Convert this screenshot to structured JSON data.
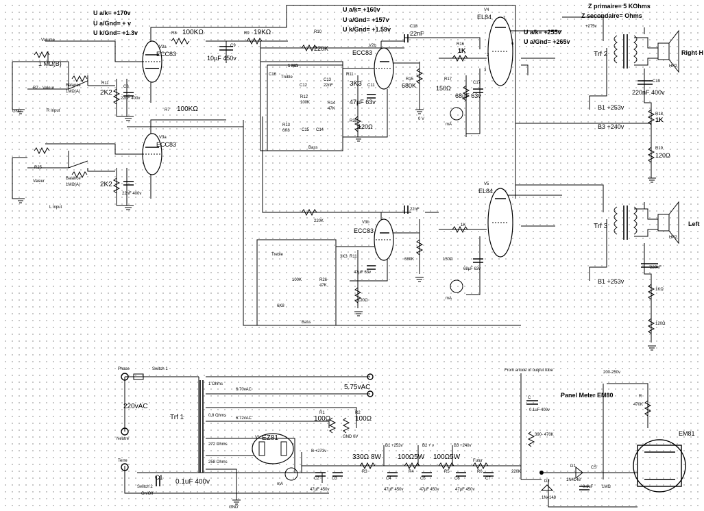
{
  "top": {
    "v2a_ua_k": "U a/k= +170v",
    "v2a_ua_gnd": "U a/Gnd= +  v",
    "v2a_uk_gnd": "U k/Gnd= +1.3v",
    "v2b_ua_k": "U a/k= +160v",
    "v2b_ua_gnd": "U a/Gnd= +157v",
    "v2b_uk_gnd": "U k/Gnd= +1.59v",
    "v4_ua_k": "U a/k= +255v",
    "v4_ua_gnd": "U a/Gnd= +265v",
    "z_primary": "Z primaire= 5 KOhms",
    "z_secondary": "Z secondaire=  Ohms",
    "plus275": "+275v"
  },
  "right_channel": {
    "volume": "Volume",
    "pot_b": "1 MΩ(B)",
    "r7": "R7",
    "r7_val": "Valeur",
    "balance": "Balance",
    "balance_val": "1MΩ(A)",
    "r11": "R11",
    "r11_val": "2K2",
    "c8": "C8",
    "c8_val": "22nF 400v",
    "input": "R Input",
    "gnd": "GND",
    "v2a": "V2a",
    "ecc83": "ECC83",
    "r8": "R8",
    "r8_val": "100KΩ",
    "c9": "C9",
    "c9_val": "10µF 450v",
    "r9": "R9",
    "r9_val": "19KΩ",
    "r7b": "R7",
    "r7b_val": "100KΩ",
    "r10": "R10",
    "r10_val": "220K",
    "c18": "C18",
    "c18_val": "22nF",
    "v2b": "V2b",
    "r15": "R15",
    "r15_val": "680K",
    "r16": "R16",
    "r16_val": "1K",
    "r17": "R17",
    "r17_val": "150Ω",
    "c17": "C17",
    "c17_val": "68µF 63v",
    "v4": "V4",
    "el84": "EL84",
    "pin7": "7",
    "pin9": "9",
    "pin2": "2",
    "pin3": "3",
    "trf2": "Trf 2",
    "hp2": "HP2",
    "right_h": "Right H",
    "c19": "C19",
    "c19_val": "220nF 400v",
    "b1": "B1 +253v",
    "b3": "B3 +240v",
    "r18": "R18",
    "r18_val": "1K",
    "r19": "R19",
    "r19_val": "120Ω",
    "tone_1m": "1 MΩ",
    "treble": "Treble",
    "c16": "C16",
    "c12": "C12",
    "c13": "C13",
    "c13_val": "22nF",
    "r12": "R12",
    "r12_val": "100K",
    "r14": "R14",
    "r14_val": "47K",
    "r13": "R13",
    "r13_val": "6K8",
    "c15": "C15",
    "c14": "C14",
    "bass": "Bass",
    "r11b": "R11",
    "r11b_val": "3K3",
    "c11": "C11",
    "c11_val": "47µF 63v",
    "r30": "R30",
    "r30_val": "120Ω",
    "zero_v": "0 V",
    "ma": "mA"
  },
  "left_channel": {
    "r25": "R25",
    "r25_val": "Valeur",
    "balance": "Balance",
    "balance_val": "1MΩ(A)",
    "input": "L Input",
    "v3a": "V3a",
    "ecc83": "ECC83",
    "r11_val": "2K2",
    "c_val": "22nF 400v",
    "r_220k": "220K",
    "c22n": "22nF",
    "v3b": "V3b",
    "v3b_ecc": "ECC83",
    "r3k3": "3K3",
    "r11": "R11",
    "c47": "47µF 63v",
    "r120": "120Ω",
    "r680k": "680K",
    "r1k": "1K",
    "r150": "150Ω",
    "c68": "68µF 63v",
    "v5": "V5",
    "el84": "EL84",
    "trf3": "Trf 3",
    "hp2": "HP2",
    "left": "Left",
    "c220": "220nF",
    "b1": "B1 +253v",
    "r_1k": "1KΩ",
    "r_120": "120Ω",
    "treble": "Treble",
    "r100k": "100K",
    "r26": "R26",
    "r26_val": "47K",
    "r6k8": "6K8",
    "bass": "Bass",
    "ma": "mA"
  },
  "psu": {
    "phase": "Phase",
    "switch1": "Switch 1",
    "vac": "220vAC",
    "neutre": "Neutre",
    "terre": "Terre",
    "switch2": "Switch 2",
    "onoff": "On/Off",
    "c1": "C1",
    "c1_val": "0.1uF 400v",
    "trf1": "Trf 1",
    "sec1": "1 Ohms",
    "sec1_v": "6.70vAC",
    "sec2": "0.8 Ohms",
    "sec2_v": "6.72vAC",
    "sec3": "272 Ohms",
    "sec4": "258 Ohms",
    "fil_v": "5.75vAC",
    "r1": "R1",
    "r1_val": "100Ω",
    "r2": "R2",
    "r2_val": "100Ω",
    "gnd_0v": "GND  0V",
    "v1": "V1",
    "ez81": "EZ81",
    "ma": "mA",
    "b_273": "B +273v",
    "r3": "R3",
    "r3_val": "330Ω 8W",
    "b1": "B1 +253v",
    "r4": "R4",
    "r4_val": "100Ω5W",
    "b2": "B2 + v",
    "r5": "R5",
    "r5_val": "100Ω5W",
    "b3": "B3 +240v",
    "r6": "R6",
    "futur": "Futur",
    "c2": "C2",
    "c3": "C3",
    "c4": "C4",
    "c5": "C5",
    "c6": "C6",
    "c7": "C7",
    "cap_val": "47µF 450v",
    "gnd": "GND"
  },
  "meter": {
    "from_anode": "From anode of output tube",
    "title": "Panel Meter EM80",
    "em81": "EM81",
    "v200": "200-250v",
    "c": "C",
    "c_val": "0.1uF 400v",
    "r_390": "390- 470K",
    "r_220k": "220K",
    "r_470k": "470K",
    "d1": "D1",
    "d1_val": "1N4148",
    "d2": "D2",
    "d2_val": "1N4148",
    "cs": "CS'",
    "cs_val": "0.1uF",
    "r_1m": "1MΩ",
    "r": "R"
  }
}
